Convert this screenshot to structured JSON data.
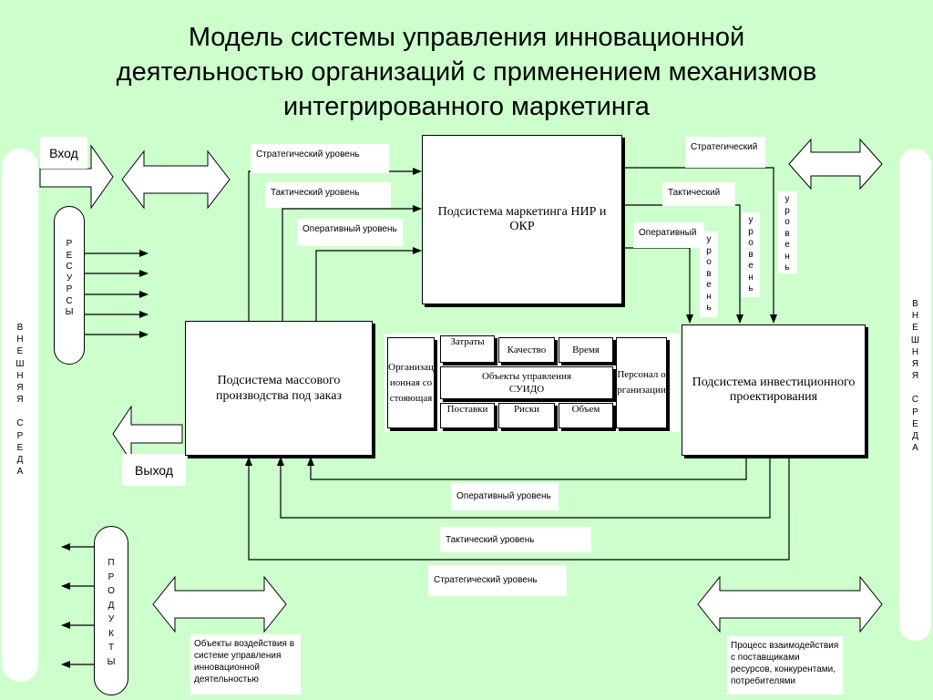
{
  "title": {
    "line1": "Модель системы управления инновационной",
    "line2": "деятельностью организаций с применением механизмов",
    "line3": "интегрированного маркетинга"
  },
  "input_label": "Вход",
  "output_label": "Выход",
  "resources": [
    "Р",
    "Е",
    "С",
    "У",
    "Р",
    "С",
    "Ы"
  ],
  "products": [
    "П",
    "Р",
    "О",
    "Д",
    "У",
    "К",
    "Т",
    "Ы"
  ],
  "external_env": [
    "В",
    "Н",
    "Е",
    "Ш",
    "Н",
    "Я",
    "Я",
    "",
    "С",
    "Р",
    "Е",
    "Д",
    "А"
  ],
  "uroven": [
    "у",
    "р",
    "о",
    "в",
    "е",
    "н",
    "ь"
  ],
  "subsystems": {
    "marketing_rnd": "Подсистема маркетинга НИР и ОКР",
    "mass_production": "Подсистема массового производства под заказ",
    "investment": "Подсистема инвестиционного проектирования"
  },
  "center": {
    "org_state": "Организационная состояющая",
    "personnel": "Персонал организации",
    "costs": "Затраты",
    "quality": "Качество",
    "time": "Время",
    "objects": "Объекты управления СУИДО",
    "supplies": "Поставки",
    "risks": "Риски",
    "volume": "Объем"
  },
  "labels": {
    "strategic_level": "Стратегический уровень",
    "tactical_level": "Тактический уровень",
    "operational_level": "Оперативный уровень",
    "strategic": "Стратегический",
    "tactical": "Тактический",
    "operational": "Оперативный",
    "operational_bottom": "Оперативный уровень",
    "tactical_bottom": "Тактический уровень",
    "strategic_bottom": "Стратегический уровень"
  },
  "notes": {
    "impact_objects": "Объекты воздействия в системе управления инновационной деятельностью",
    "interaction": "Процесс взаимодействия с поставщиками ресурсов, конкурентами, потребителями"
  }
}
